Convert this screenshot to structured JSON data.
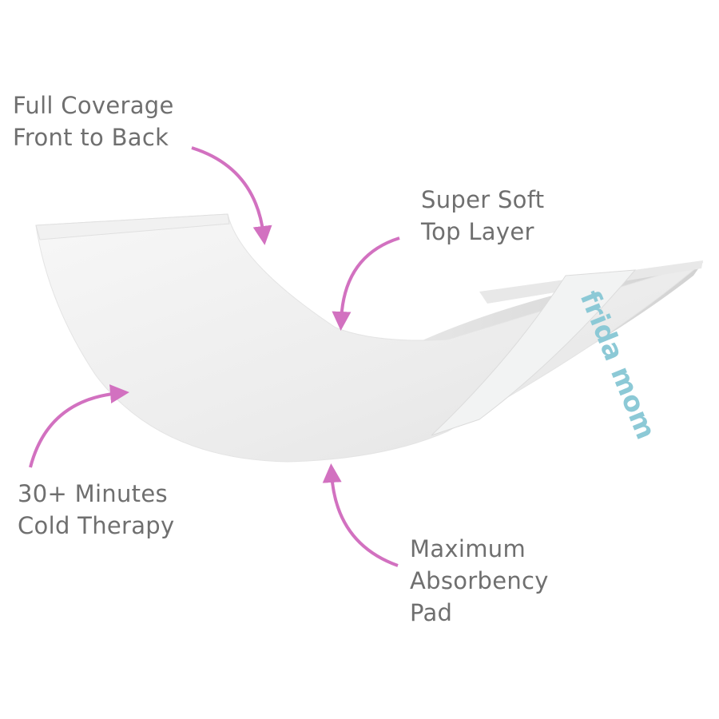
{
  "callouts": {
    "coverage": {
      "line1": "Full Coverage",
      "line2": "Front to Back"
    },
    "soft": {
      "line1": "Super Soft",
      "line2": "Top Layer"
    },
    "cold": {
      "line1": "30+ Minutes",
      "line2": "Cold Therapy"
    },
    "absorbency": {
      "line1": "Maximum",
      "line2": "Absorbency",
      "line3": "Pad"
    }
  },
  "brand_wordmark": "frida mom",
  "colors": {
    "arrow": "#d271c0",
    "text": "#6f6f6f",
    "wordmark": "#8cc9d6"
  }
}
